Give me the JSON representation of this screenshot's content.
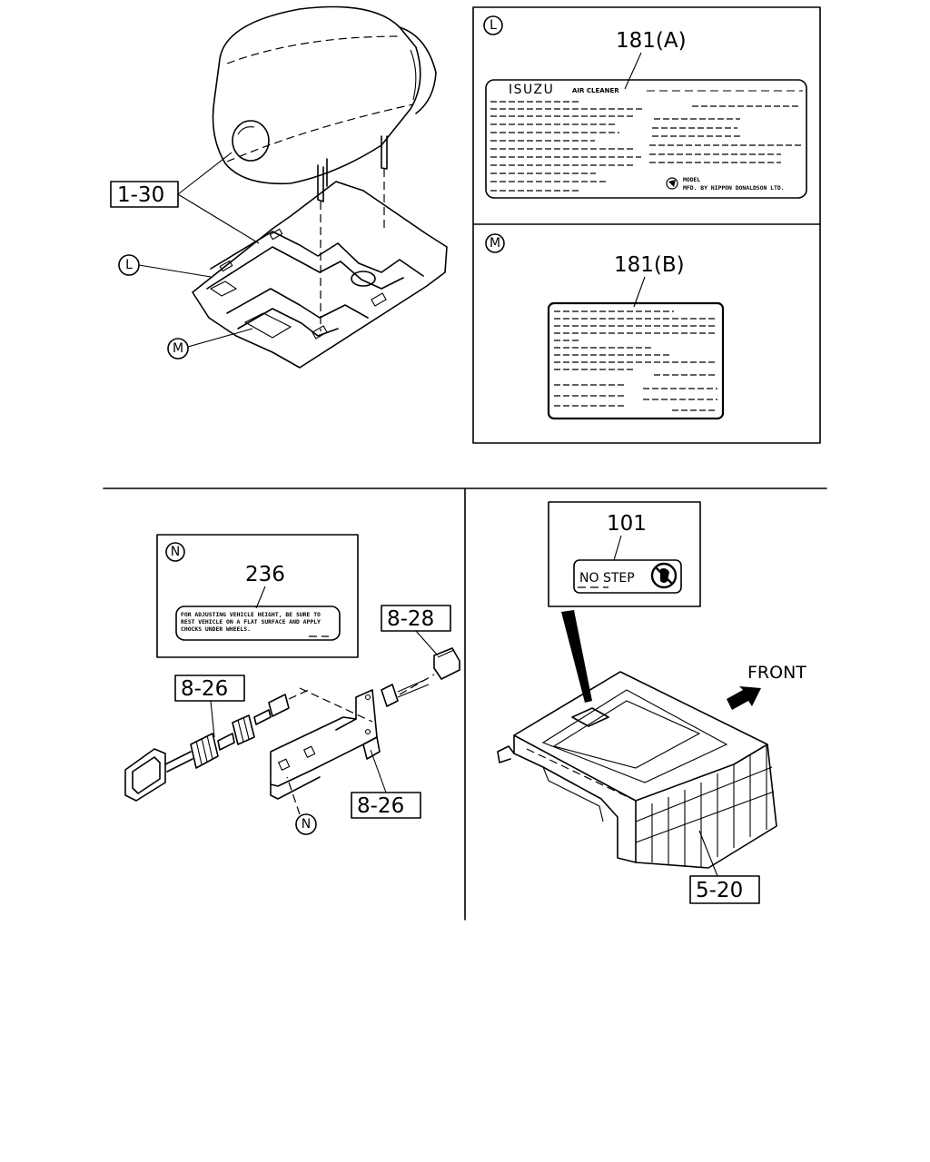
{
  "callouts": {
    "c_1_30": "1-30",
    "c_8_28": "8-28",
    "c_8_26_top": "8-26",
    "c_8_26_bottom": "8-26",
    "c_5_20": "5-20"
  },
  "circle_markers": {
    "L": "L",
    "M": "M",
    "N": "N"
  },
  "panel_L": {
    "marker": "L",
    "part_number": "181(A)",
    "brand": "ISUZU",
    "product": "AIR CLEANER",
    "model_label": "MODEL",
    "manufacturer": "MFD. BY NIPPON DONALDSON LTD."
  },
  "panel_M": {
    "marker": "M",
    "part_number": "181(B)"
  },
  "panel_N": {
    "marker": "N",
    "part_number": "236",
    "label_line_1": "FOR ADJUSTING VEHICLE HEIGHT, BE SURE TO",
    "label_line_2": "REST VEHICLE ON A FLAT SURFACE AND APPLY",
    "label_line_3": "CHOCKS UNDER WHEELS."
  },
  "panel_101": {
    "part_number": "101",
    "label_text": "NO STEP"
  },
  "direction_label": "FRONT"
}
